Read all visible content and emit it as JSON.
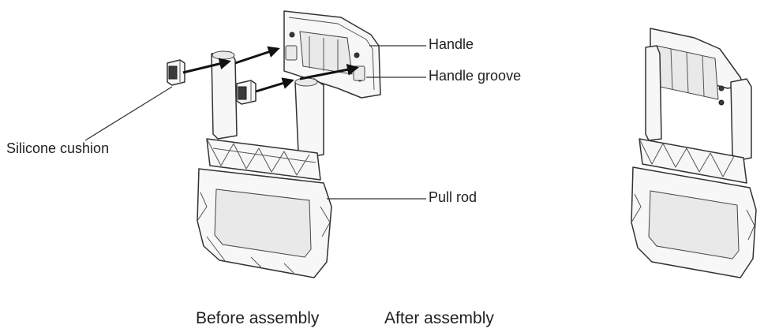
{
  "labels": {
    "handle": "Handle",
    "handle_groove": "Handle groove",
    "silicone_cushion": "Silicone cushion",
    "pull_rod": "Pull rod"
  },
  "captions": {
    "before": "Before assembly",
    "after": "After assembly"
  }
}
